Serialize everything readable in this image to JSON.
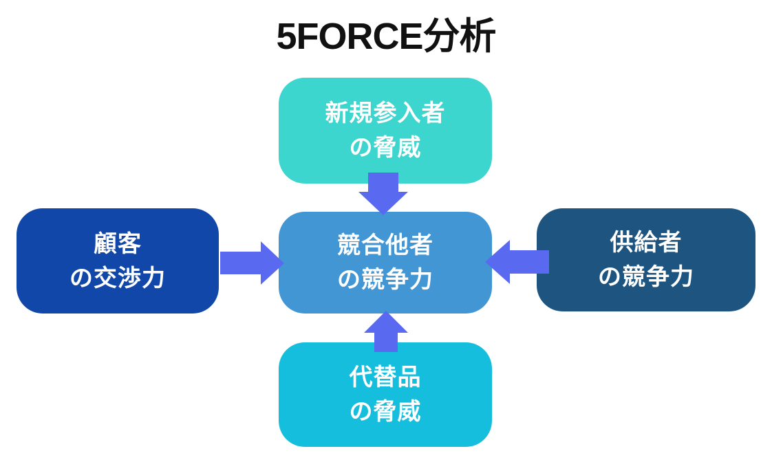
{
  "title": "5FORCE分析",
  "colors": {
    "background": "#ffffff",
    "title_text": "#111111",
    "box_text": "#ffffff",
    "arrow": "#5a6af0",
    "top_box": "#3dd6ce",
    "left_box": "#1147a8",
    "center_box": "#4296d4",
    "right_box": "#1d5480",
    "bottom_box": "#15bedc"
  },
  "boxes": {
    "top": {
      "lines": [
        "新規参入者",
        "の脅威"
      ]
    },
    "left": {
      "lines": [
        "顧客",
        "の交渉力"
      ]
    },
    "center": {
      "lines": [
        "競合他者",
        "の競争力"
      ]
    },
    "right": {
      "lines": [
        "供給者",
        "の競争力"
      ]
    },
    "bottom": {
      "lines": [
        "代替品",
        "の脅威"
      ]
    }
  },
  "arrows": [
    {
      "id": "arrow-new-entrants-to-center",
      "from": "top",
      "to": "center",
      "direction": "down"
    },
    {
      "id": "arrow-buyers-to-center",
      "from": "left",
      "to": "center",
      "direction": "right"
    },
    {
      "id": "arrow-suppliers-to-center",
      "from": "right",
      "to": "center",
      "direction": "left"
    },
    {
      "id": "arrow-substitutes-to-center",
      "from": "bottom",
      "to": "center",
      "direction": "up"
    }
  ]
}
